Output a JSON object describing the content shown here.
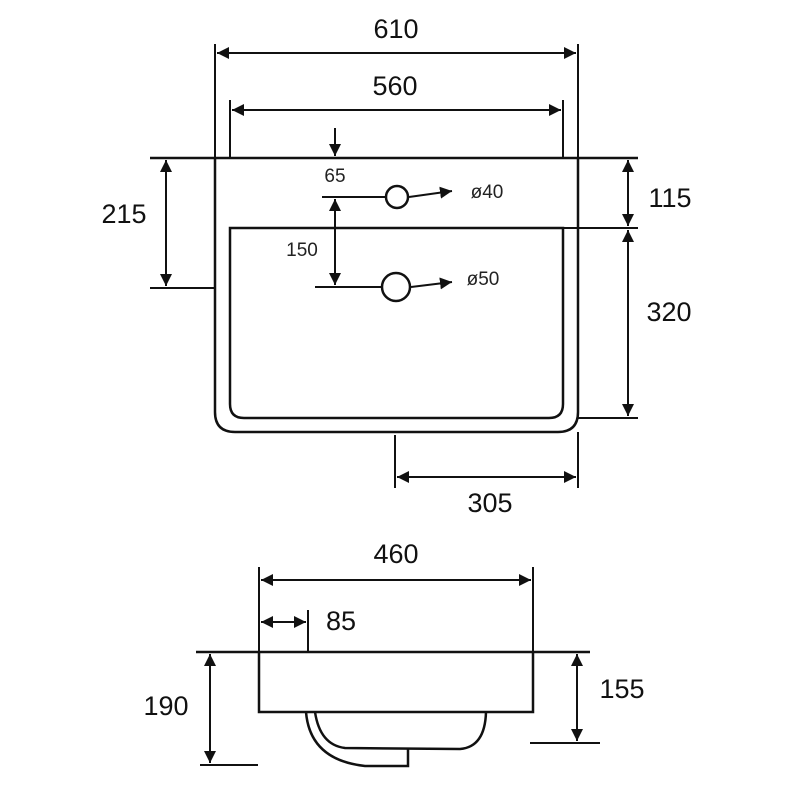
{
  "top_view": {
    "overall_width": "610",
    "inner_width": "560",
    "rear_depth": "215",
    "tap_offset": "65",
    "tap_hole": "ø40",
    "tap_to_waste": "150",
    "waste_hole": "ø50",
    "rim_depth": "115",
    "bowl_depth": "320",
    "half_width": "305"
  },
  "side_view": {
    "depth": "460",
    "back_offset": "85",
    "overall_height": "190",
    "bowl_height": "155"
  },
  "colors": {
    "line": "#111111",
    "background": "#ffffff"
  }
}
